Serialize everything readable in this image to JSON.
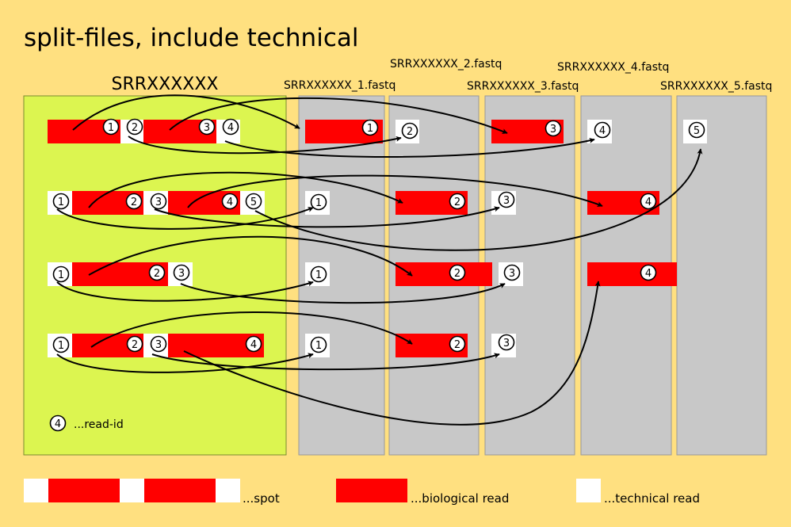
{
  "title": "split-files, include technical",
  "source": {
    "label": "SRRXXXXXX"
  },
  "files": [
    {
      "label": "SRRXXXXXX_1.fastq"
    },
    {
      "label": "SRRXXXXXX_2.fastq"
    },
    {
      "label": "SRRXXXXXX_3.fastq"
    },
    {
      "label": "SRRXXXXXX_4.fastq"
    },
    {
      "label": "SRRXXXXXX_5.fastq"
    }
  ],
  "spots": [
    {
      "reads": [
        {
          "id": "1",
          "kind": "biological",
          "file": 1
        },
        {
          "id": "2",
          "kind": "technical",
          "file": 2
        },
        {
          "id": "3",
          "kind": "biological",
          "file": 3
        },
        {
          "id": "4",
          "kind": "technical",
          "file": 4
        }
      ]
    },
    {
      "reads": [
        {
          "id": "1",
          "kind": "technical",
          "file": 1
        },
        {
          "id": "2",
          "kind": "biological",
          "file": 2
        },
        {
          "id": "3",
          "kind": "technical",
          "file": 3
        },
        {
          "id": "4",
          "kind": "biological",
          "file": 4
        },
        {
          "id": "5",
          "kind": "technical",
          "file": 5
        }
      ]
    },
    {
      "reads": [
        {
          "id": "1",
          "kind": "technical",
          "file": 1
        },
        {
          "id": "2",
          "kind": "biological",
          "file": 2
        },
        {
          "id": "3",
          "kind": "technical",
          "file": 3
        }
      ]
    },
    {
      "reads": [
        {
          "id": "1",
          "kind": "technical",
          "file": 1
        },
        {
          "id": "2",
          "kind": "biological",
          "file": 2
        },
        {
          "id": "3",
          "kind": "technical",
          "file": 3
        },
        {
          "id": "4",
          "kind": "biological",
          "file": 4
        }
      ]
    }
  ],
  "read_id_note": {
    "id": "4",
    "text": "...read-id"
  },
  "legend": {
    "spot": "...spot",
    "biological": "...biological read",
    "technical": "...technical read"
  },
  "colors": {
    "background": "#ffe080",
    "source_panel": "#dcf550",
    "file_column": "#c8c8c8",
    "biological_read": "#ff0000",
    "technical_read": "#ffffff"
  }
}
